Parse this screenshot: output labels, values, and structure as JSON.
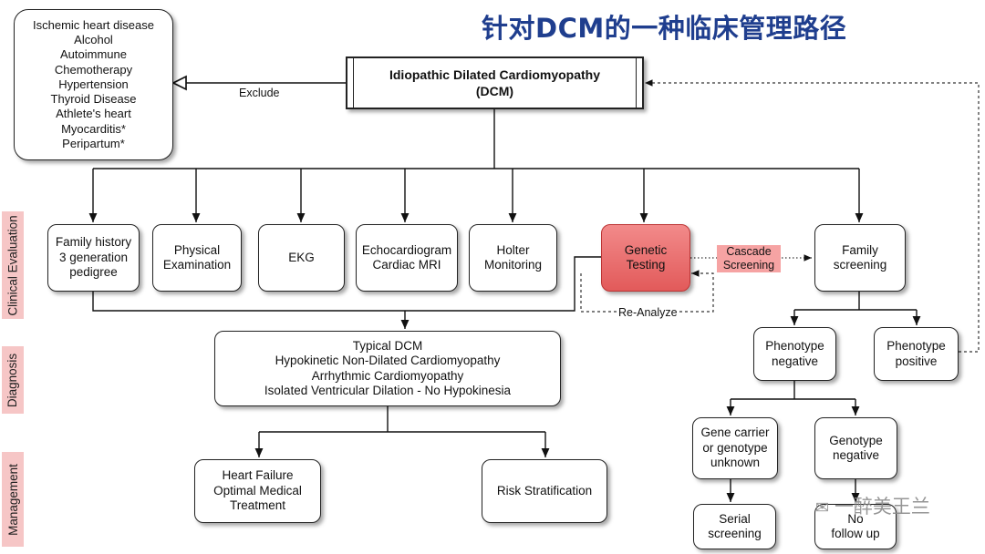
{
  "title": "针对DCM的一种临床管理路径",
  "sections": {
    "clinical": "Clinical Evaluation",
    "diagnosis": "Diagnosis",
    "management": "Management"
  },
  "exclusions": [
    "Ischemic heart disease",
    "Alcohol",
    "Autoimmune",
    "Chemotherapy",
    "Hypertension",
    "Thyroid Disease",
    "Athlete's heart",
    "Myocarditis*",
    "Peripartum*"
  ],
  "main_node": [
    "Idiopathic Dilated Cardiomyopathy",
    "(DCM)"
  ],
  "edge_labels": {
    "exclude": "Exclude",
    "cascade": [
      "Cascade",
      "Screening"
    ],
    "reanalyze": "Re-Analyze"
  },
  "evaluation": [
    [
      "Family history",
      "3 generation",
      "pedigree"
    ],
    [
      "Physical",
      "Examination"
    ],
    [
      "EKG"
    ],
    [
      "Echocardiogram",
      "Cardiac MRI"
    ],
    [
      "Holter",
      "Monitoring"
    ],
    [
      "Genetic",
      "Testing"
    ],
    [
      "Family",
      "screening"
    ]
  ],
  "diagnosis_box": [
    "Typical DCM",
    "Hypokinetic Non-Dilated Cardiomyopathy",
    "Arrhythmic Cardiomyopathy",
    "Isolated Ventricular Dilation - No Hypokinesia"
  ],
  "management": [
    [
      "Heart Failure",
      "Optimal Medical",
      "Treatment"
    ],
    [
      "Risk Stratification"
    ]
  ],
  "phenotype": [
    [
      "Phenotype",
      "negative"
    ],
    [
      "Phenotype",
      "positive"
    ]
  ],
  "genotype": [
    [
      "Gene carrier",
      "or genotype",
      "unknown"
    ],
    [
      "Genotype",
      "negative"
    ]
  ],
  "followup": [
    [
      "Serial",
      "screening"
    ],
    [
      "No",
      "follow up"
    ]
  ],
  "watermark": "一醉美王兰",
  "colors": {
    "title": "#1f3e8e",
    "genetic": "#e25a5a",
    "section_band": "#f6c6c6",
    "cascade": "#f6a3a3"
  }
}
